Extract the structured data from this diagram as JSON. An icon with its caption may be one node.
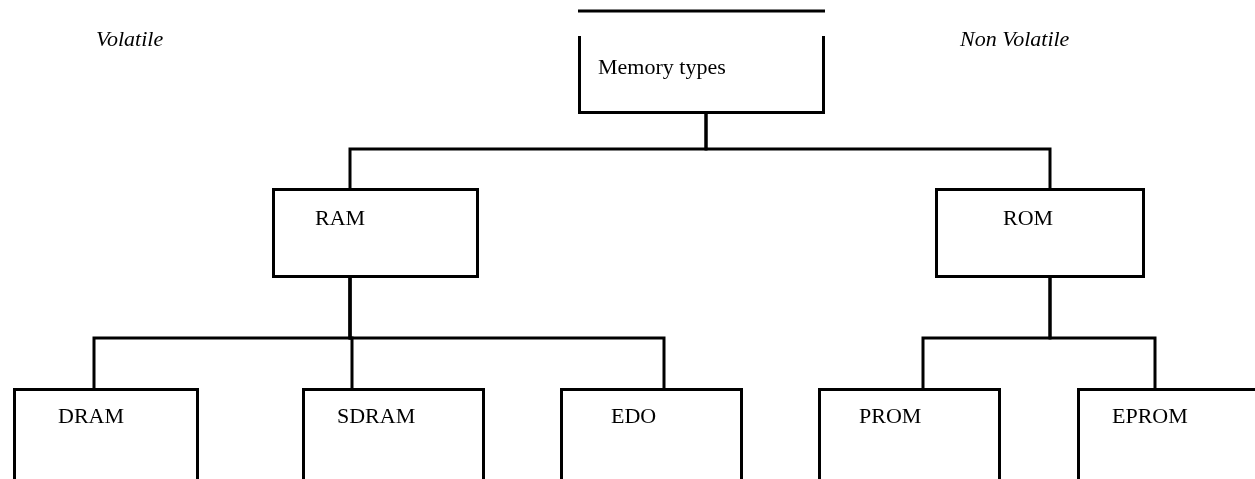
{
  "diagram": {
    "nodes": [
      {
        "text": [
          "Memory types"
        ]
      },
      {
        "text": [
          "RAM"
        ]
      },
      {
        "text": [
          "ROM"
        ]
      },
      {
        "text": [
          "DRAM"
        ]
      },
      {
        "text": [
          "SDRAM"
        ]
      },
      {
        "text": [
          "EDO"
        ]
      },
      {
        "text": [
          "PROM"
        ]
      },
      {
        "text": [
          "EPROM"
        ]
      }
    ],
    "edges": [
      {
        "from": 0,
        "to": 1,
        "arrow": "none"
      },
      {
        "from": 0,
        "to": 2,
        "arrow": "none"
      },
      {
        "from": 1,
        "to": 3,
        "arrow": "none"
      },
      {
        "from": 1,
        "to": 4,
        "arrow": "none"
      },
      {
        "from": 1,
        "to": 5,
        "arrow": "none"
      },
      {
        "from": 2,
        "to": 6,
        "arrow": "none"
      },
      {
        "from": 2,
        "to": 7,
        "arrow": "none"
      }
    ],
    "labels": [
      "Volatile",
      "Non Volatile"
    ]
  }
}
